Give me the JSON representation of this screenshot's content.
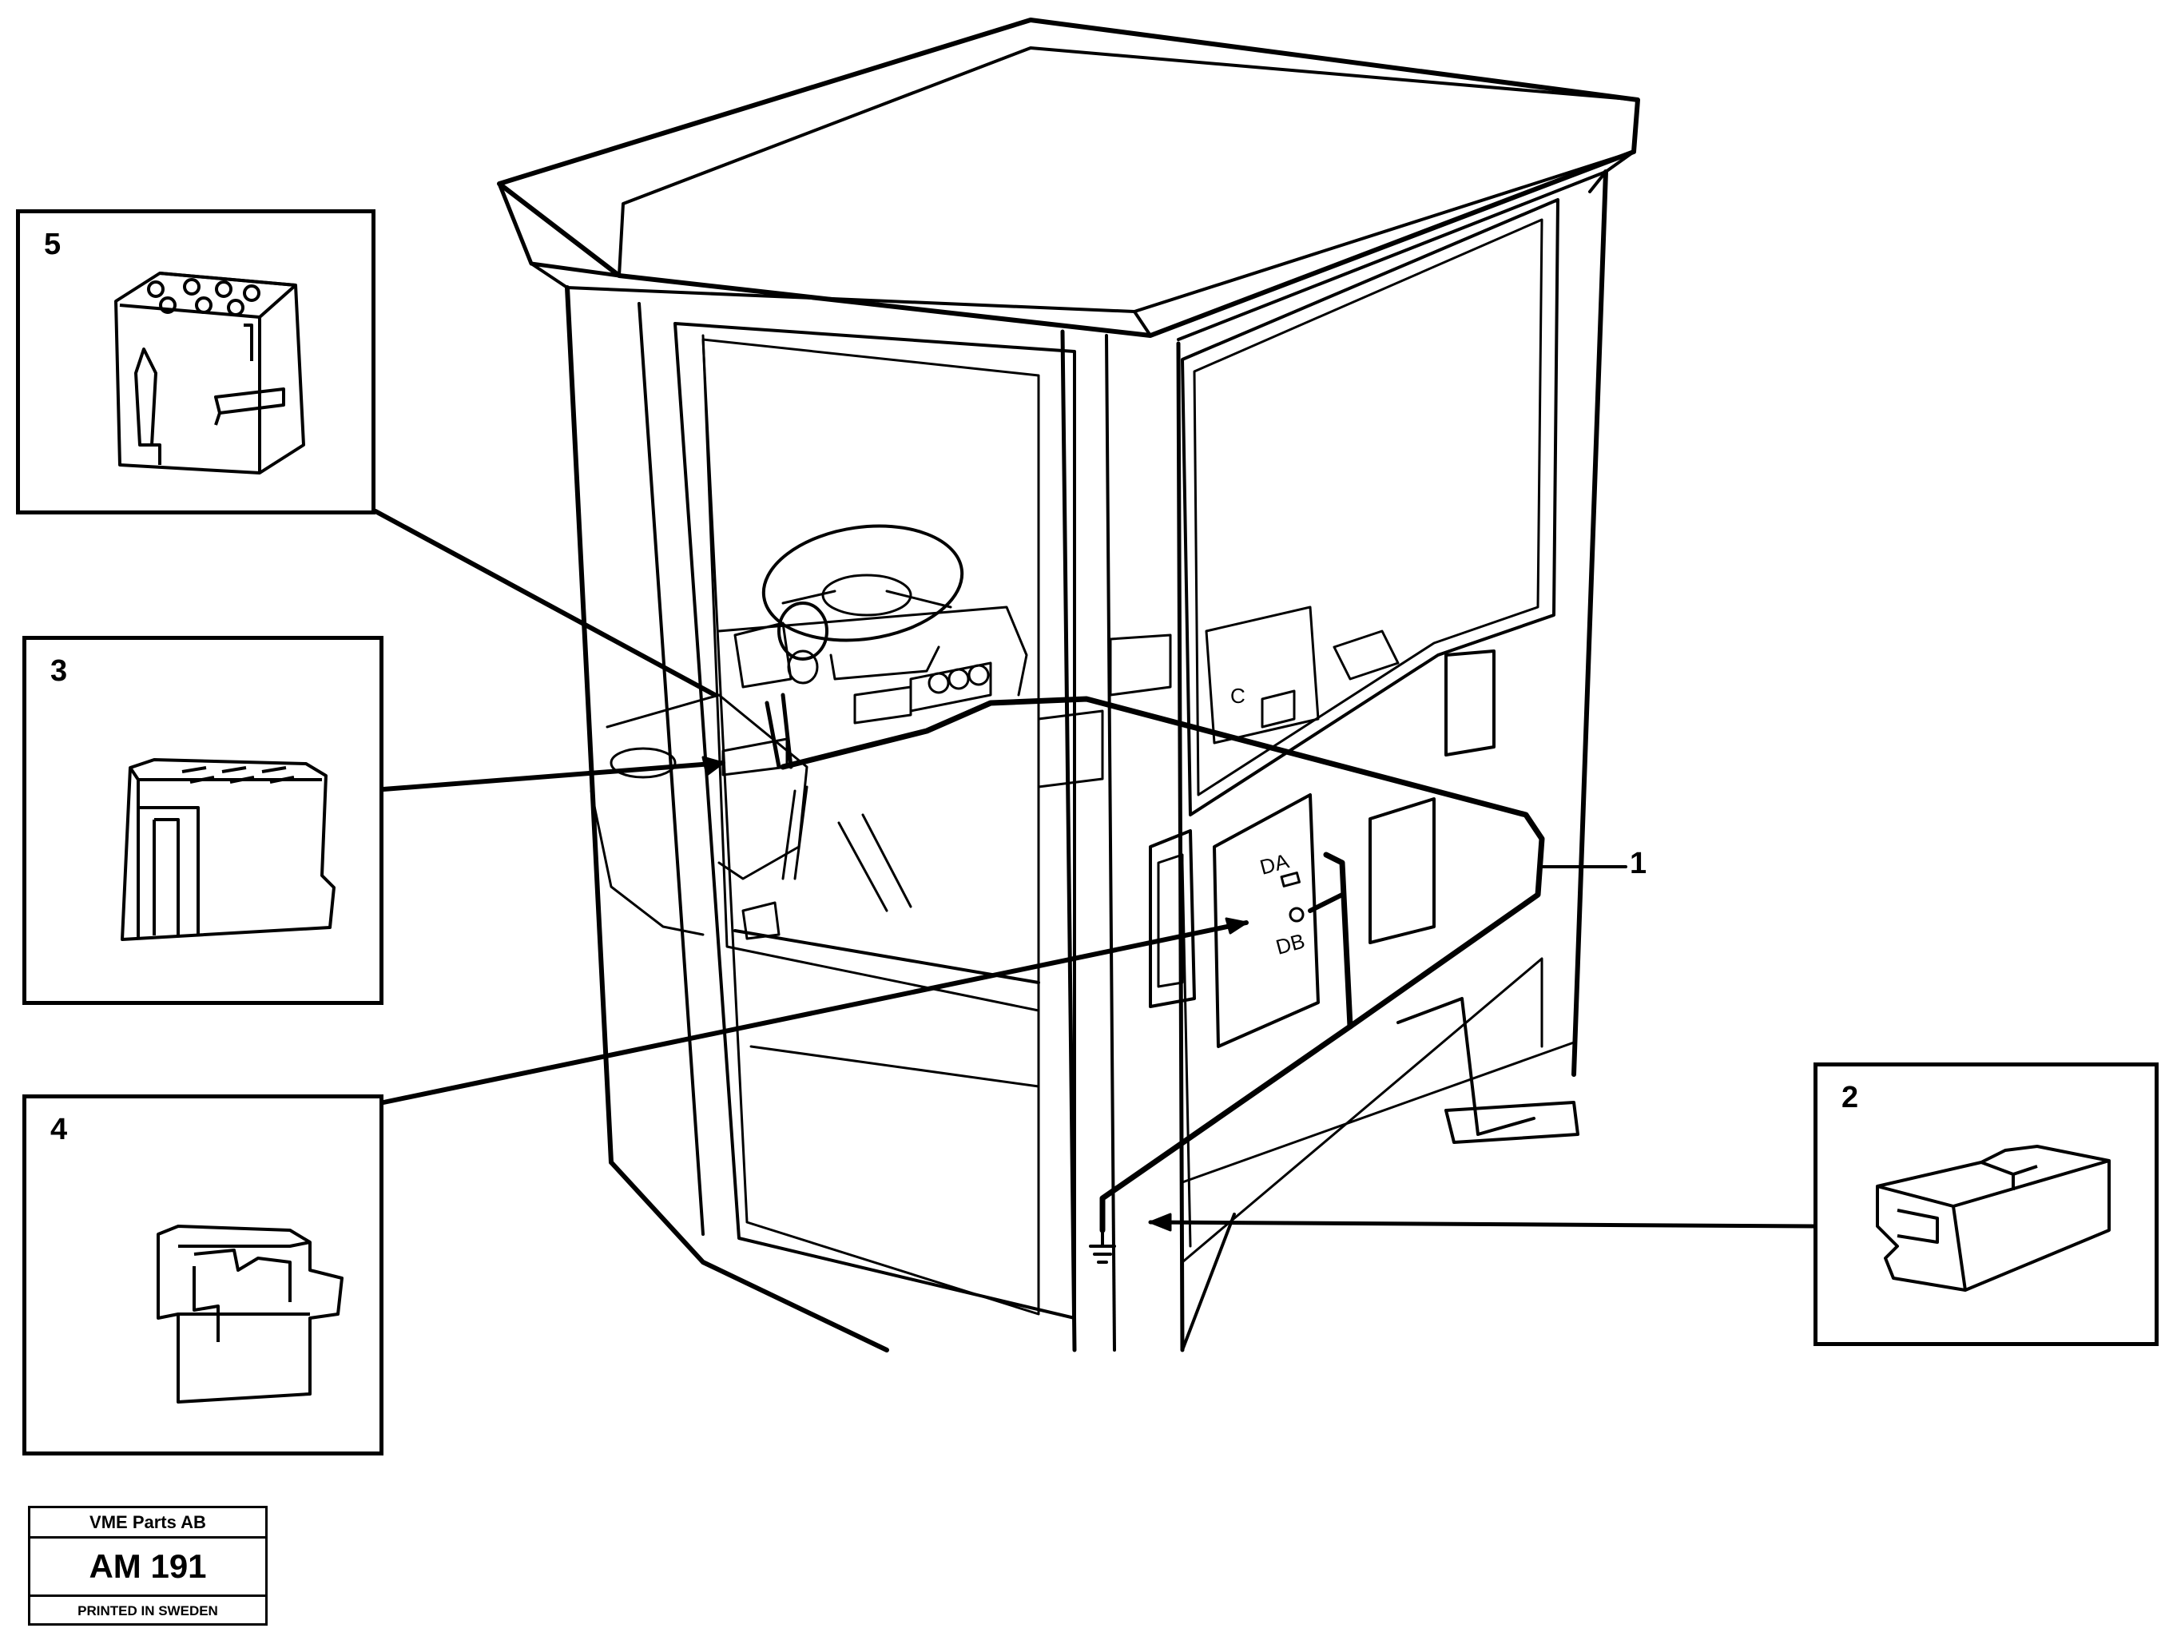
{
  "callouts": {
    "c1": {
      "number": "1"
    },
    "c2": {
      "number": "2"
    },
    "c3": {
      "number": "3"
    },
    "c4": {
      "number": "4"
    },
    "c5": {
      "number": "5"
    }
  },
  "panel": {
    "label_a": "DA",
    "label_b": "DB",
    "label_c": "C"
  },
  "stamp": {
    "company": "VME Parts AB",
    "code": "AM 191",
    "printed": "PRINTED IN SWEDEN"
  },
  "colors": {
    "line": "#000000",
    "background": "#ffffff"
  }
}
